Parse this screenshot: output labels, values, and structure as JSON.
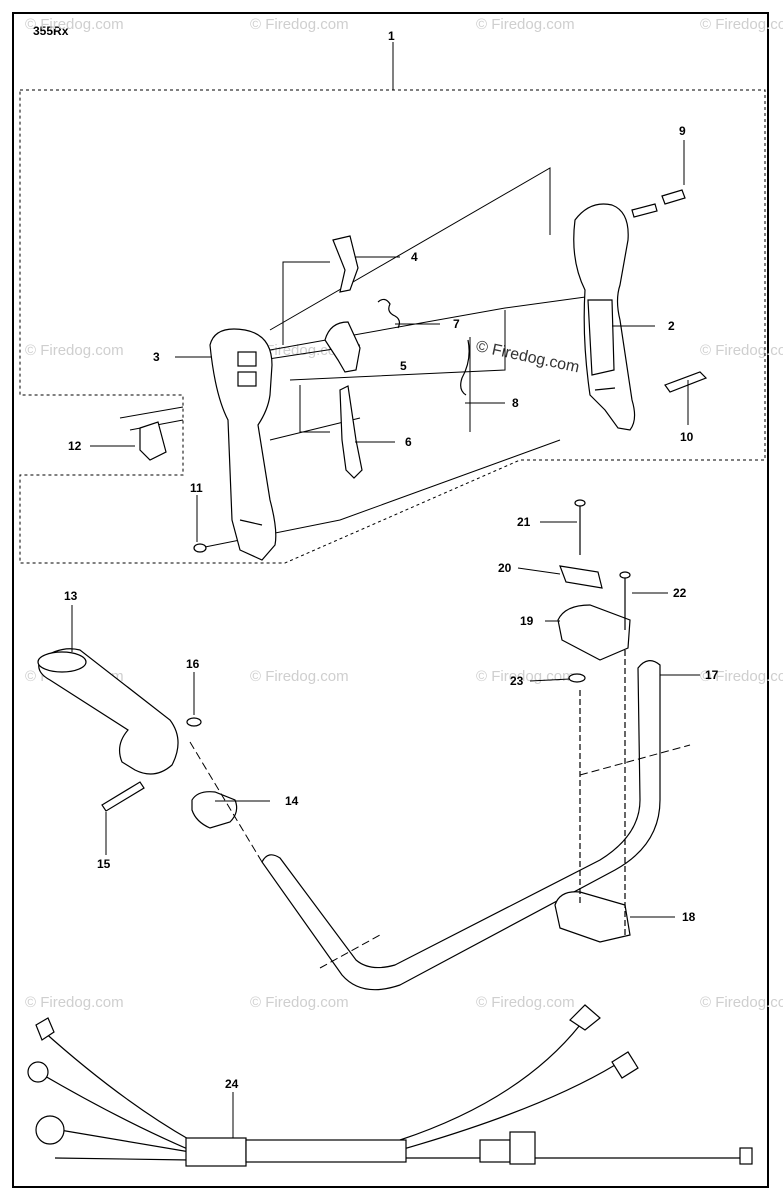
{
  "model": "355Rx",
  "watermark": "© Firedog.com",
  "watermark_center": "© Firedog.com",
  "callouts": [
    "1",
    "2",
    "3",
    "4",
    "5",
    "6",
    "7",
    "8",
    "9",
    "10",
    "11",
    "12",
    "13",
    "14",
    "15",
    "16",
    "17",
    "18",
    "19",
    "20",
    "21",
    "22",
    "23",
    "24"
  ]
}
